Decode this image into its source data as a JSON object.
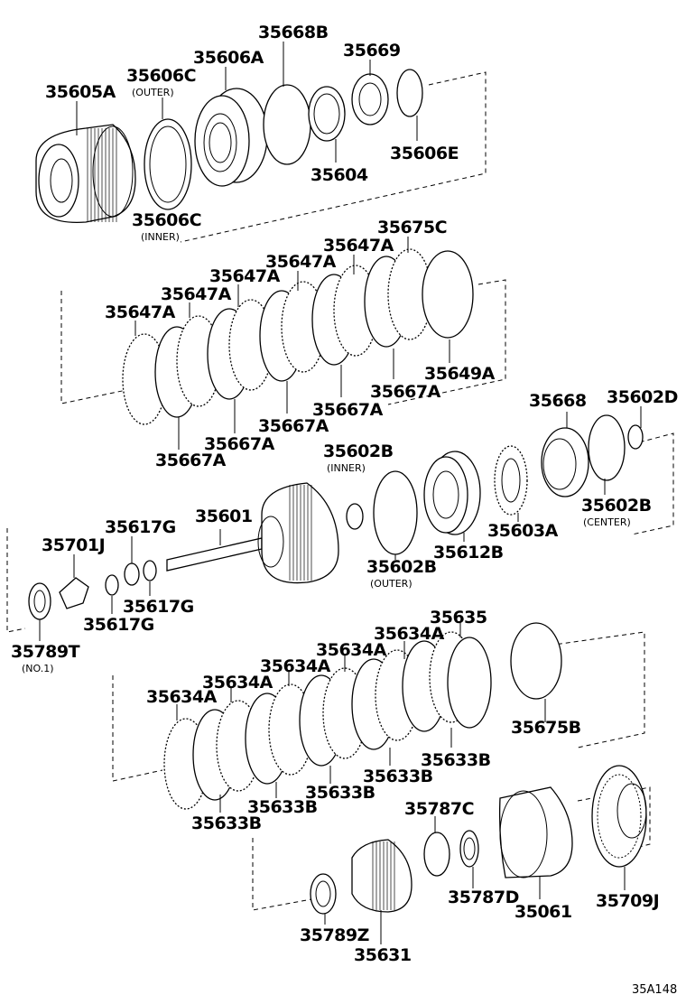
{
  "diagram_code": "35A148",
  "labels": {
    "p35605A": "35605A",
    "p35606C_outer": "35606C",
    "outer_1": "(OUTER)",
    "p35606A": "35606A",
    "p35668B": "35668B",
    "p35669": "35669",
    "p35604": "35604",
    "p35606E": "35606E",
    "p35606C_inner": "35606C",
    "inner_1": "(INNER)",
    "p35675C": "35675C",
    "p35647A": "35647A",
    "p35667A": "35667A",
    "p35649A": "35649A",
    "p35668": "35668",
    "p35602D": "35602D",
    "p35602B_inner": "35602B",
    "inner_2": "(INNER)",
    "p35601": "35601",
    "p35617G": "35617G",
    "p35701J": "35701J",
    "p35612B": "35612B",
    "p35603A": "35603A",
    "p35602B_center": "35602B",
    "center": "(CENTER)",
    "p35602B_outer": "35602B",
    "outer_2": "(OUTER)",
    "p35789T": "35789T",
    "no1": "(NO.1)",
    "p35635": "35635",
    "p35634A": "35634A",
    "p35675B": "35675B",
    "p35633B": "35633B",
    "p35787C": "35787C",
    "p35787D": "35787D",
    "p35061": "35061",
    "p35709J": "35709J",
    "p35789Z": "35789Z",
    "p35631": "35631"
  }
}
